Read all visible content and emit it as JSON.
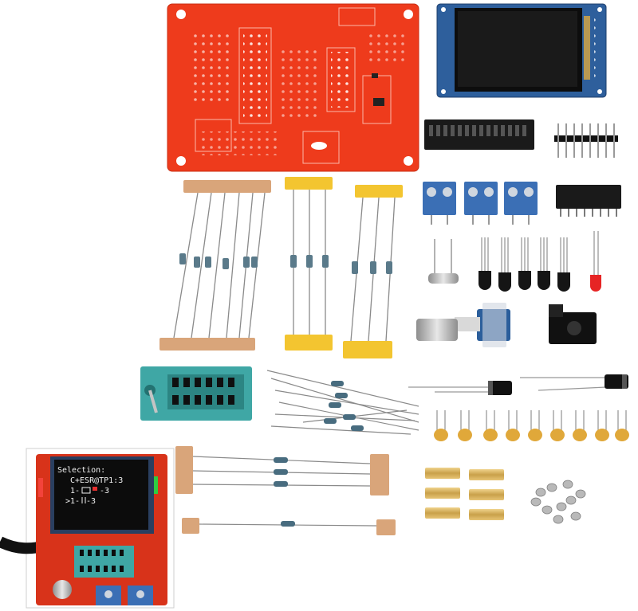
{
  "scene": {
    "description_tag": "transistor-tester-diy-kit-parts",
    "colors": {
      "pcb_red": "#ee3b1c",
      "tft_blue": "#2e5f9c",
      "terminal_blue": "#3b6fb5",
      "zif_teal": "#3fa7a5",
      "tape_tan": "#d9a57a",
      "tape_yellow": "#f3c530",
      "brass": "#d8b45c"
    }
  },
  "inset_lcd": {
    "line1": "Selection:",
    "line2": "C+ESR@TP1:3",
    "line3": "1-",
    "line3b": "-3",
    "line4": ">1-",
    "line4b": "-3"
  }
}
